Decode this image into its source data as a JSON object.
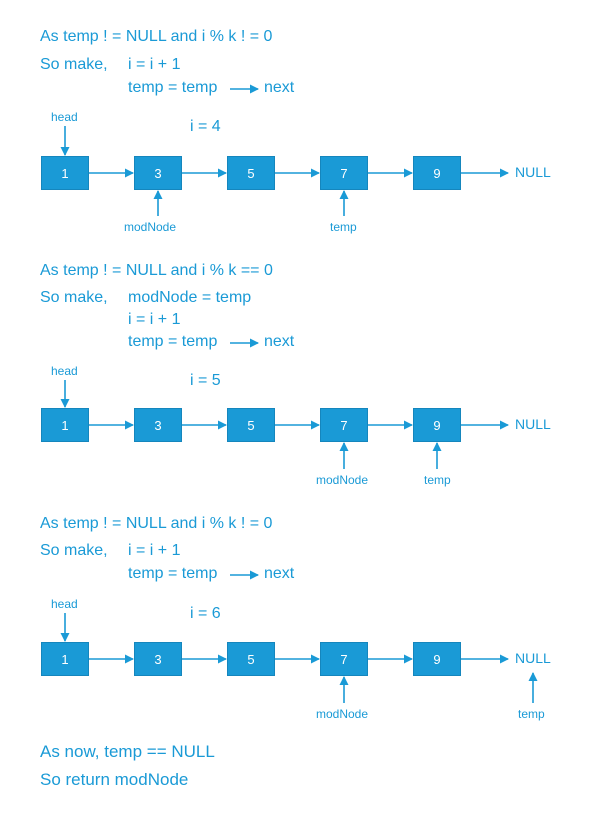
{
  "steps": [
    {
      "condition": "As temp ! = NULL  and  i % k ! = 0",
      "action_prefix": "So make,",
      "actions": [
        "i = i + 1",
        "temp = temp",
        "next"
      ],
      "i_label": "i = 4",
      "head_label": "head",
      "nodes": [
        "1",
        "3",
        "5",
        "7",
        "9"
      ],
      "null_label": "NULL",
      "mod_label": "modNode",
      "temp_label": "temp"
    },
    {
      "condition": "As temp ! = NULL  and  i % k == 0",
      "action_prefix": "So make,",
      "actions": [
        "modNode = temp",
        "i = i + 1",
        "temp = temp",
        "next"
      ],
      "i_label": "i = 5",
      "head_label": "head",
      "nodes": [
        "1",
        "3",
        "5",
        "7",
        "9"
      ],
      "null_label": "NULL",
      "mod_label": "modNode",
      "temp_label": "temp"
    },
    {
      "condition": "As temp ! = NULL  and  i % k ! = 0",
      "action_prefix": "So make,",
      "actions": [
        "i = i + 1",
        "temp = temp",
        "next"
      ],
      "i_label": "i = 6",
      "head_label": "head",
      "nodes": [
        "1",
        "3",
        "5",
        "7",
        "9"
      ],
      "null_label": "NULL",
      "mod_label": "modNode",
      "temp_label": "temp"
    }
  ],
  "final": {
    "line1": "As now,  temp == NULL",
    "line2": "So return modNode"
  },
  "colors": {
    "accent": "#1a9ad6",
    "text": "#1a9ad6",
    "background": "#ffffff"
  }
}
